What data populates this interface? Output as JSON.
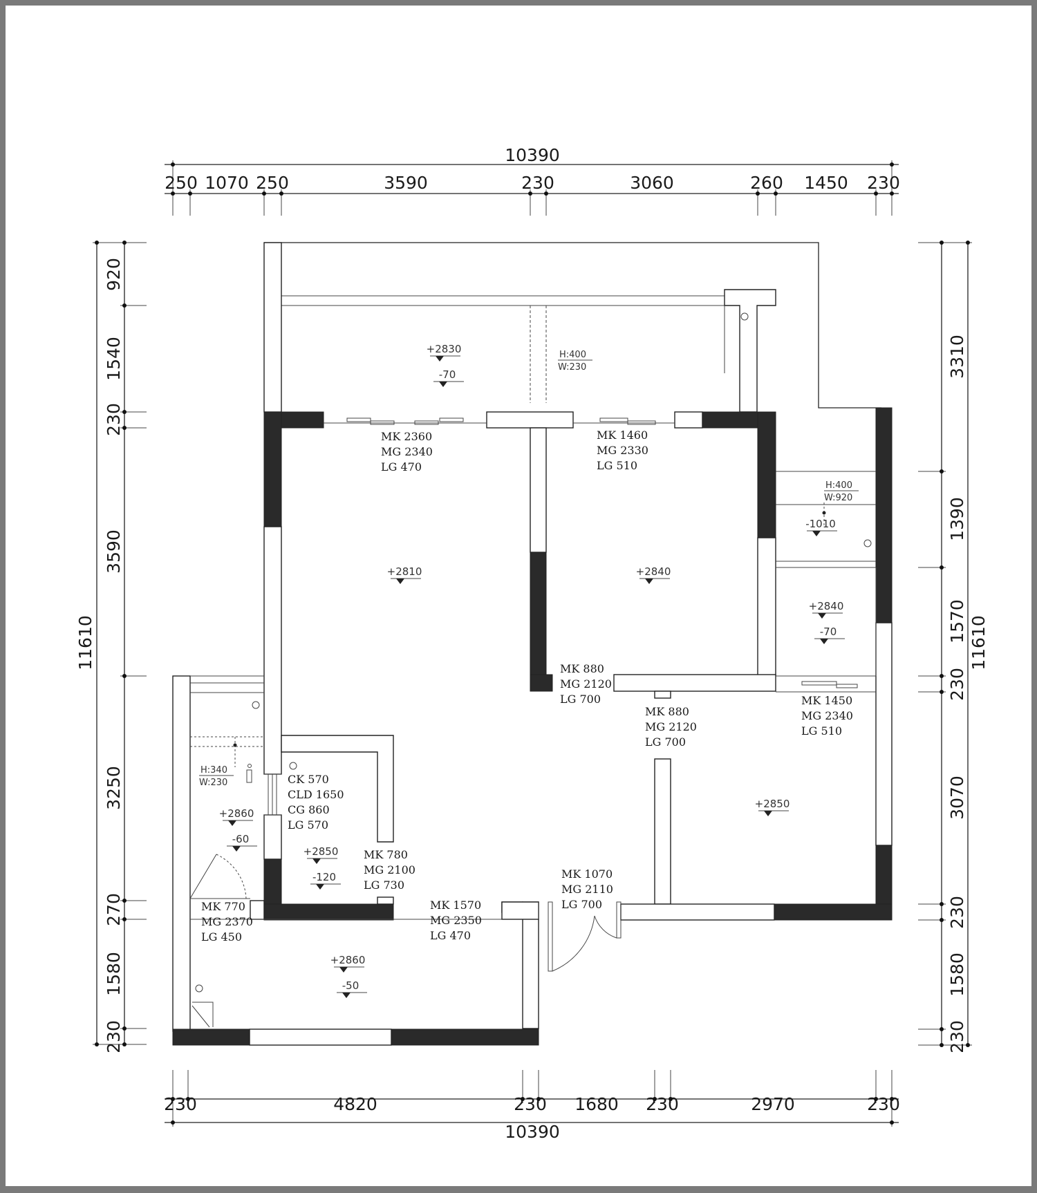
{
  "dimensions": {
    "top_total": "10390",
    "top_segments": [
      "250",
      "1070",
      "250",
      "3590",
      "230",
      "3060",
      "260",
      "1450",
      "230"
    ],
    "bottom_total": "10390",
    "bottom_segments": [
      "230",
      "4820",
      "230",
      "1680",
      "230",
      "2970",
      "230"
    ],
    "left_total": "11610",
    "left_segments": [
      "920",
      "1540",
      "230",
      "3590",
      "3250",
      "270",
      "1580",
      "230"
    ],
    "right_total": "11610",
    "right_segments": [
      "3310",
      "1390",
      "1570",
      "230",
      "3070",
      "230",
      "1580",
      "230"
    ]
  },
  "levels": [
    {
      "value": "+2830"
    },
    {
      "value": "-70"
    },
    {
      "value": "+2810"
    },
    {
      "value": "+2840"
    },
    {
      "value": "-1010"
    },
    {
      "value": "+2840"
    },
    {
      "value": "-70"
    },
    {
      "value": "+2850"
    },
    {
      "value": "+2860"
    },
    {
      "value": "-60"
    },
    {
      "value": "+2850"
    },
    {
      "value": "-120"
    },
    {
      "value": "+2860"
    },
    {
      "value": "-50"
    }
  ],
  "openings": [
    {
      "lines": [
        "MK  2360",
        "MG  2340",
        "LG  470"
      ]
    },
    {
      "lines": [
        "MK  1460",
        "MG  2330",
        "LG  510"
      ]
    },
    {
      "lines": [
        "MK  880",
        "MG  2120",
        "LG  700"
      ]
    },
    {
      "lines": [
        "MK  880",
        "MG  2120",
        "LG  700"
      ]
    },
    {
      "lines": [
        "MK  1450",
        "MG  2340",
        "LG  510"
      ]
    },
    {
      "lines": [
        "CK  570",
        "CLD  1650",
        "CG  860",
        "LG  570"
      ]
    },
    {
      "lines": [
        "MK  780",
        "MG  2100",
        "LG  730"
      ]
    },
    {
      "lines": [
        "MK  770",
        "MG  2370",
        "LG  450"
      ]
    },
    {
      "lines": [
        "MK  1570",
        "MG  2350",
        "LG  470"
      ]
    },
    {
      "lines": [
        "MK  1070",
        "MG  2110",
        "LG  700"
      ]
    }
  ],
  "beams": [
    {
      "h": "H:400",
      "w": "W:230"
    },
    {
      "h": "H:400",
      "w": "W:920"
    },
    {
      "h": "H:340",
      "w": "W:230"
    }
  ]
}
